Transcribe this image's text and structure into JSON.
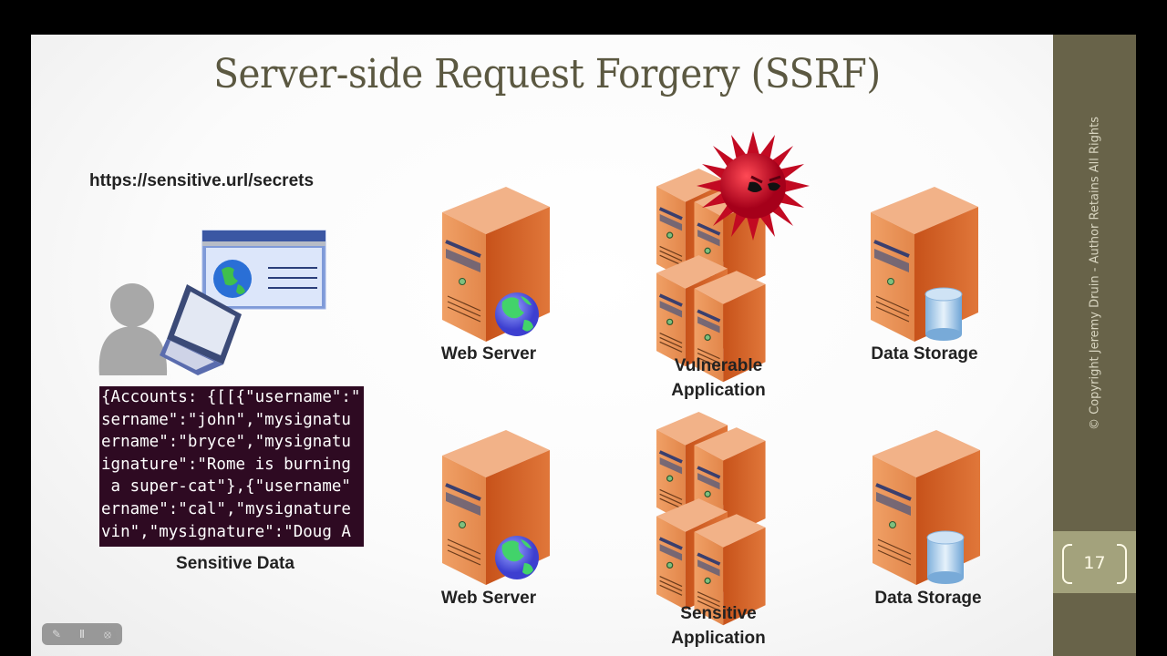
{
  "slide": {
    "title": "Server-side Request Forgery (SSRF)",
    "url_text": "https://sensitive.url/secrets",
    "client_icons": [
      "user-icon",
      "laptop-icon",
      "web-browser-window-icon",
      "globe-icon"
    ],
    "sensitive_data": {
      "label": "Sensitive Data",
      "lines": [
        "{Accounts: {[[{\"username\":\"",
        "sername\":\"john\",\"mysignatu",
        "ername\":\"bryce\",\"mysignatu",
        "ignature\":\"Rome is burning",
        " a super-cat\"},{\"username\"",
        "ername\":\"cal\",\"mysignature",
        "vin\",\"mysignature\":\"Doug A"
      ]
    },
    "nodes": {
      "web_server_top": {
        "label": "Web Server",
        "icon": "web-server-icon"
      },
      "vulnerable_app": {
        "label_line1": "Vulnerable",
        "label_line2": "Application",
        "icon": "server-cluster-icon",
        "badge": "malware-virus-icon"
      },
      "data_storage_top": {
        "label": "Data Storage",
        "icon": "database-server-icon"
      },
      "web_server_bottom": {
        "label": "Web Server",
        "icon": "web-server-icon"
      },
      "sensitive_app": {
        "label_line1": "Sensitive",
        "label_line2": "Application",
        "icon": "server-cluster-icon"
      },
      "data_storage_bottom": {
        "label": "Data Storage",
        "icon": "database-server-icon"
      }
    }
  },
  "sidebar": {
    "copyright": "© Copyright Jeremy Druin - Author Retains All Rights",
    "page_number": "17"
  },
  "player_toolbar": {
    "buttons": [
      "edit-icon",
      "pause-icon",
      "camera-off-icon"
    ]
  },
  "colors": {
    "sidebar": "#686349",
    "page_box": "#a3a27c",
    "title": "#5b5841",
    "server_orange": "#e07a38",
    "terminal_bg": "#2e0a22"
  }
}
